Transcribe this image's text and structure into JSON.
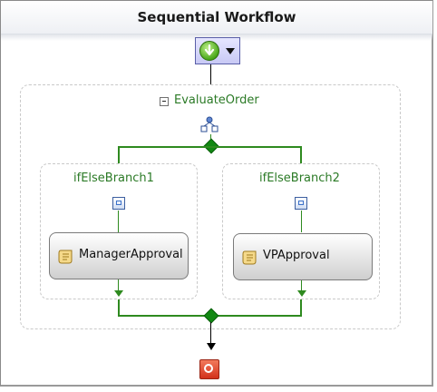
{
  "workflow": {
    "title": "Sequential Workflow",
    "start_icon": "green-down-arrow-icon",
    "menu_icon": "dropdown-caret-icon",
    "stop_icon": "stop-icon"
  },
  "ifelse": {
    "name": "EvaluateOrder",
    "collapse_icon": "collapse-minus-icon",
    "activity_icon": "ifelse-activity-icon"
  },
  "branches": [
    {
      "name": "ifElseBranch1",
      "icon": "branch-icon",
      "activity": {
        "name": "ManagerApproval",
        "icon": "code-scroll-icon"
      }
    },
    {
      "name": "ifElseBranch2",
      "icon": "branch-icon",
      "activity": {
        "name": "VPApproval",
        "icon": "code-scroll-icon"
      }
    }
  ],
  "colors": {
    "connector_green": "#2e8a1f",
    "label_green": "#2b7a26",
    "start_fill": "#c8c9f5",
    "stop_fill": "#d2311b"
  }
}
